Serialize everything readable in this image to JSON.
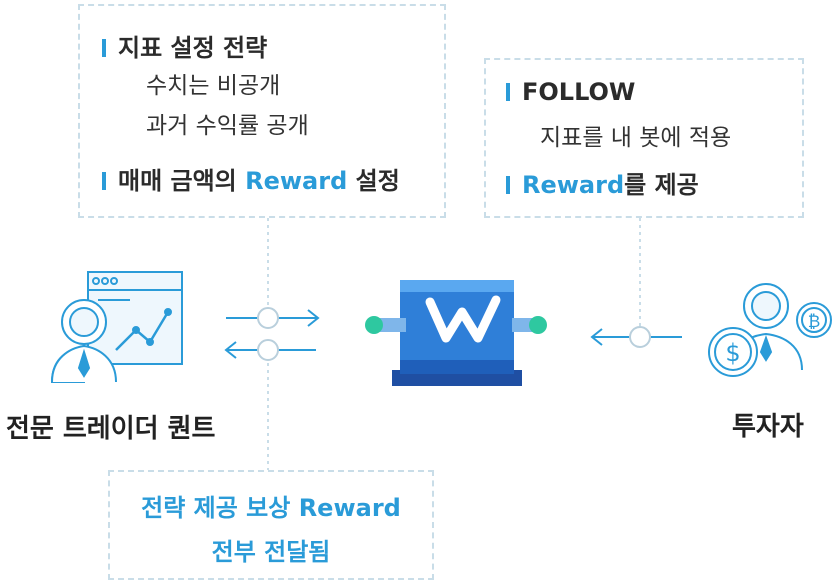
{
  "top_left_box": {
    "heading": "지표 설정 전략",
    "line1": "수치는 비공개",
    "line2": "과거 수익률 공개",
    "reward_prefix": "매매 금액의",
    "reward_word": "Reward",
    "reward_suffix": "설정"
  },
  "top_right_box": {
    "heading": "FOLLOW",
    "line1": "지표를 내 봇에 적용",
    "reward_word": "Reward",
    "reward_suffix": "를 제공"
  },
  "bottom_box": {
    "line1": "전략 제공 보상 Reward",
    "line2": "전부 전달됨"
  },
  "labels": {
    "trader": "전문 트레이더 퀀트",
    "investor": "투자자"
  },
  "icons": {
    "trader": "trader-chart-icon",
    "bot": "w-bot-icon",
    "investor": "investor-coins-icon"
  },
  "colors": {
    "accent": "#2a9bd8",
    "dashed_border": "#c9dde8",
    "bot_blue": "#2f7fd8",
    "connector_green": "#2ec8a0"
  }
}
